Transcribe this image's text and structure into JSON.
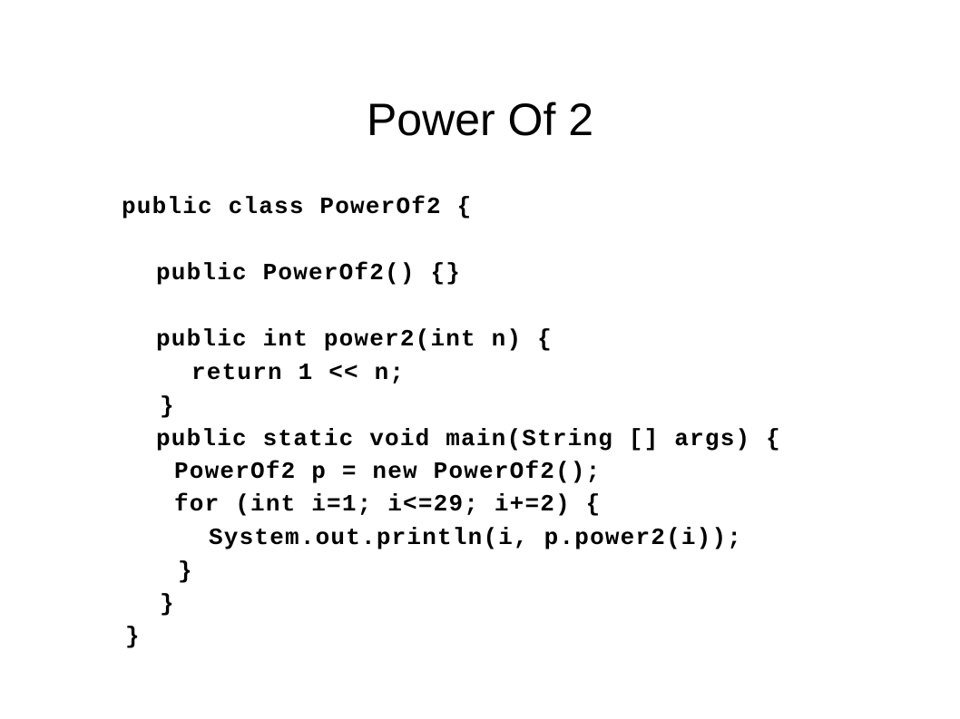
{
  "slide": {
    "title": "Power Of 2",
    "code_lines": [
      "public class PowerOf2 {",
      "public PowerOf2() {}",
      "public int power2(int n) {",
      "return 1 << n;",
      "}",
      "public static void main(String [] args) {",
      "PowerOf2 p = new PowerOf2();",
      "for (int i=1; i<=29; i+=2) {",
      "System.out.println(i, p.power2(i));",
      "}",
      "}",
      "}"
    ]
  }
}
